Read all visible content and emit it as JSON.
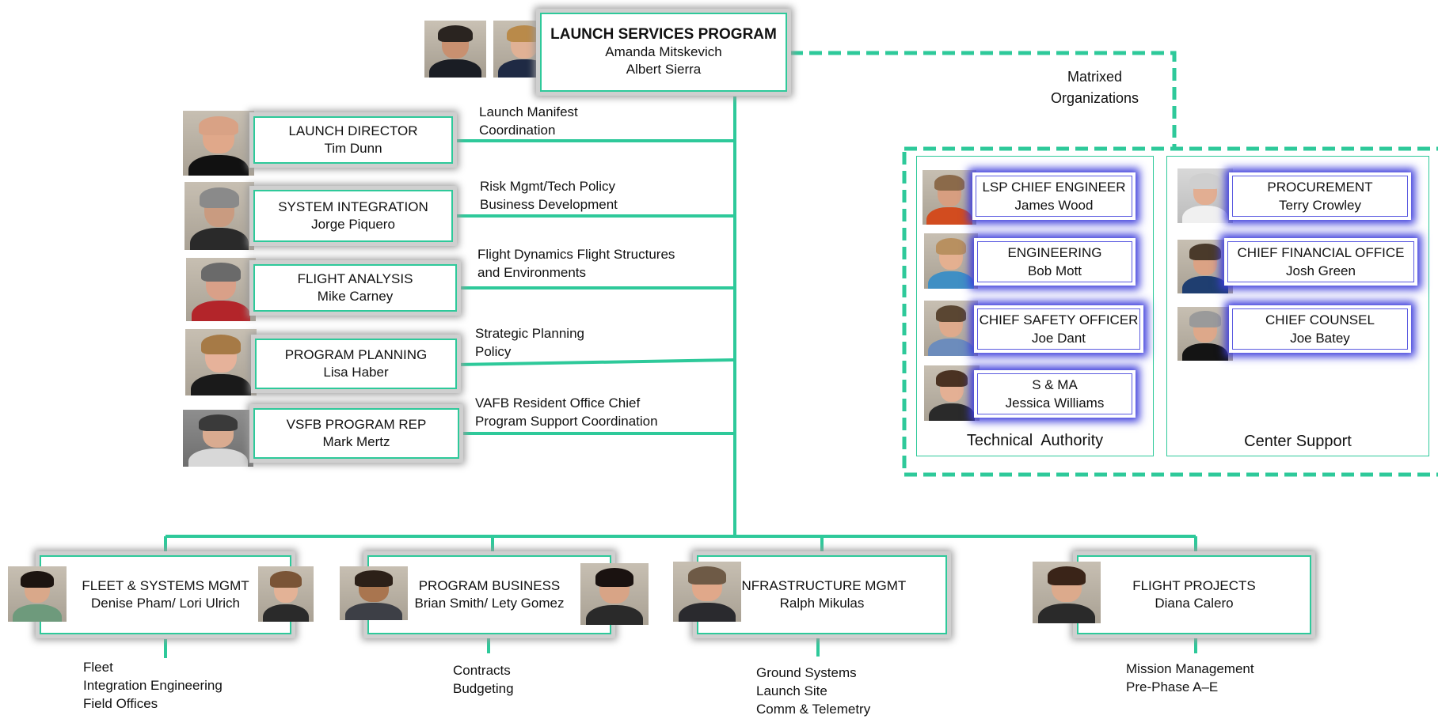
{
  "colors": {
    "connector": "#2ec99a",
    "box_border": "#2ec99a",
    "matrix_glow": "#3d3ddc"
  },
  "top": {
    "title": "LAUNCH SERVICES PROGRAM",
    "name1": "Amanda Mitskevich",
    "name2": "Albert Sierra"
  },
  "matrixed_label": "Matrixed\nOrganizations",
  "staff": [
    {
      "title": "LAUNCH DIRECTOR",
      "name": "Tim Dunn",
      "desc": "Launch Manifest\nCoordination"
    },
    {
      "title": "SYSTEM INTEGRATION",
      "name": "Jorge Piquero",
      "desc": "Risk Mgmt/Tech Policy\nBusiness Development"
    },
    {
      "title": "FLIGHT ANALYSIS",
      "name": "Mike Carney",
      "desc": "Flight Dynamics Flight Structures\nand Environments"
    },
    {
      "title": "PROGRAM PLANNING",
      "name": "Lisa Haber",
      "desc": "Strategic Planning\nPolicy"
    },
    {
      "title": "VSFB PROGRAM REP",
      "name": "Mark Mertz",
      "desc": "VAFB Resident Office Chief\nProgram Support Coordination"
    }
  ],
  "technical_authority": {
    "label": "Technical  Authority",
    "items": [
      {
        "title": "LSP CHIEF ENGINEER",
        "name": "James Wood"
      },
      {
        "title": "ENGINEERING",
        "name": "Bob Mott"
      },
      {
        "title": "CHIEF SAFETY OFFICER",
        "name": "Joe Dant"
      },
      {
        "title": "S & MA",
        "name": "Jessica Williams"
      }
    ]
  },
  "center_support": {
    "label": "Center Support",
    "items": [
      {
        "title": "PROCUREMENT",
        "name": "Terry Crowley"
      },
      {
        "title": "CHIEF FINANCIAL OFFICE",
        "name": "Josh Green"
      },
      {
        "title": "CHIEF COUNSEL",
        "name": "Joe Batey"
      }
    ]
  },
  "projects": [
    {
      "title": "FLEET & SYSTEMS MGMT",
      "name": "Denise Pham/ Lori Ulrich",
      "desc": "Fleet\nIntegration Engineering\nField Offices"
    },
    {
      "title": "PROGRAM BUSINESS",
      "name": "Brian Smith/ Lety Gomez",
      "desc": "Contracts\nBudgeting"
    },
    {
      "title": "INFRASTRUCTURE MGMT",
      "name": "Ralph Mikulas",
      "desc": "Ground Systems\nLaunch Site\nComm & Telemetry"
    },
    {
      "title": "FLIGHT PROJECTS",
      "name": "Diana Calero",
      "desc": "Mission Management\nPre-Phase A–E"
    }
  ]
}
